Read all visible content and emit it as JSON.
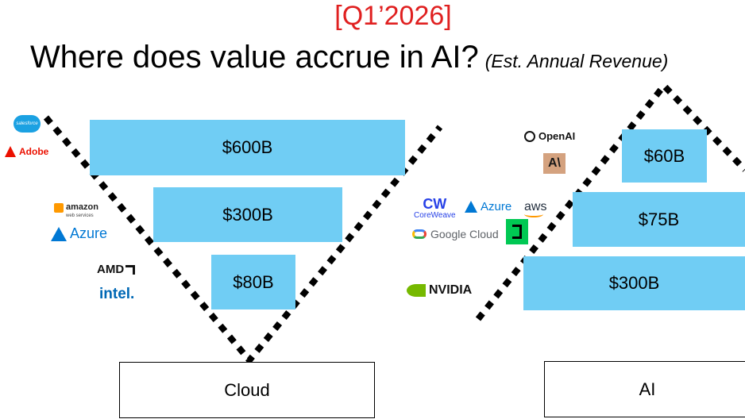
{
  "date_tag": "[Q1’2026]",
  "headline": {
    "main": "Where does value accrue in AI?",
    "sub": "(Est. Annual Revenue)"
  },
  "colors": {
    "date_tag": "#e02020",
    "bar_fill": "#70cdf4",
    "guide_dots": "#000000"
  },
  "cloud": {
    "bars": [
      {
        "label": "$600B",
        "value_billions": 600
      },
      {
        "label": "$300B",
        "value_billions": 300
      },
      {
        "label": "$80B",
        "value_billions": 80
      }
    ],
    "label_box": "Cloud",
    "logos": [
      {
        "name": "salesforce",
        "text": "salesforce"
      },
      {
        "name": "adobe",
        "text": "Adobe"
      },
      {
        "name": "amazon-web-services",
        "text": "amazon",
        "subtext": "web services"
      },
      {
        "name": "azure",
        "text": "Azure"
      },
      {
        "name": "amd",
        "text": "AMD"
      },
      {
        "name": "intel",
        "text": "intel."
      }
    ]
  },
  "ai": {
    "bars": [
      {
        "label": "$60B",
        "value_billions": 60
      },
      {
        "label": "$75B",
        "value_billions": 75
      },
      {
        "label": "$300B",
        "value_billions": 300
      }
    ],
    "label_box": "AI",
    "logos": [
      {
        "name": "openai",
        "text": "OpenAI"
      },
      {
        "name": "anthropic",
        "text": "A\\"
      },
      {
        "name": "coreweave",
        "text": "CoreWeave",
        "mark": "CW"
      },
      {
        "name": "azure",
        "text": "Azure"
      },
      {
        "name": "aws",
        "text": "aws"
      },
      {
        "name": "google-cloud",
        "text": "Google Cloud"
      },
      {
        "name": "stack-logo",
        "text": ""
      },
      {
        "name": "nvidia",
        "text": "NVIDIA"
      }
    ]
  }
}
